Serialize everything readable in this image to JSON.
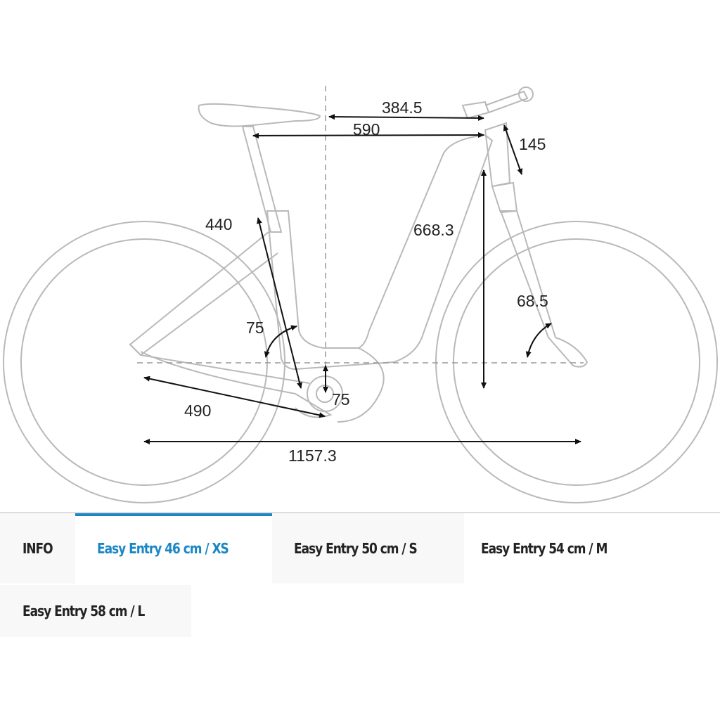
{
  "geometry": {
    "labels": {
      "reach": "384.5",
      "top_tube": "590",
      "head_tube": "145",
      "seat_tube": "440",
      "stack": "668.3",
      "head_angle": "68.5",
      "seat_angle": "75",
      "bb_drop": "75",
      "chainstay": "490",
      "wheelbase": "1157.3"
    },
    "colors": {
      "frame": "#b9b9b9",
      "dimension": "#111111",
      "accent": "#1a87c4"
    }
  },
  "tabs": [
    {
      "label": "INFO",
      "active": false
    },
    {
      "label": "Easy Entry 46 cm / XS",
      "active": true
    },
    {
      "label": "Easy Entry 50 cm / S",
      "active": false
    },
    {
      "label": "Easy Entry 54 cm / M",
      "active": false
    },
    {
      "label": "Easy Entry 58 cm / L",
      "active": false
    }
  ]
}
